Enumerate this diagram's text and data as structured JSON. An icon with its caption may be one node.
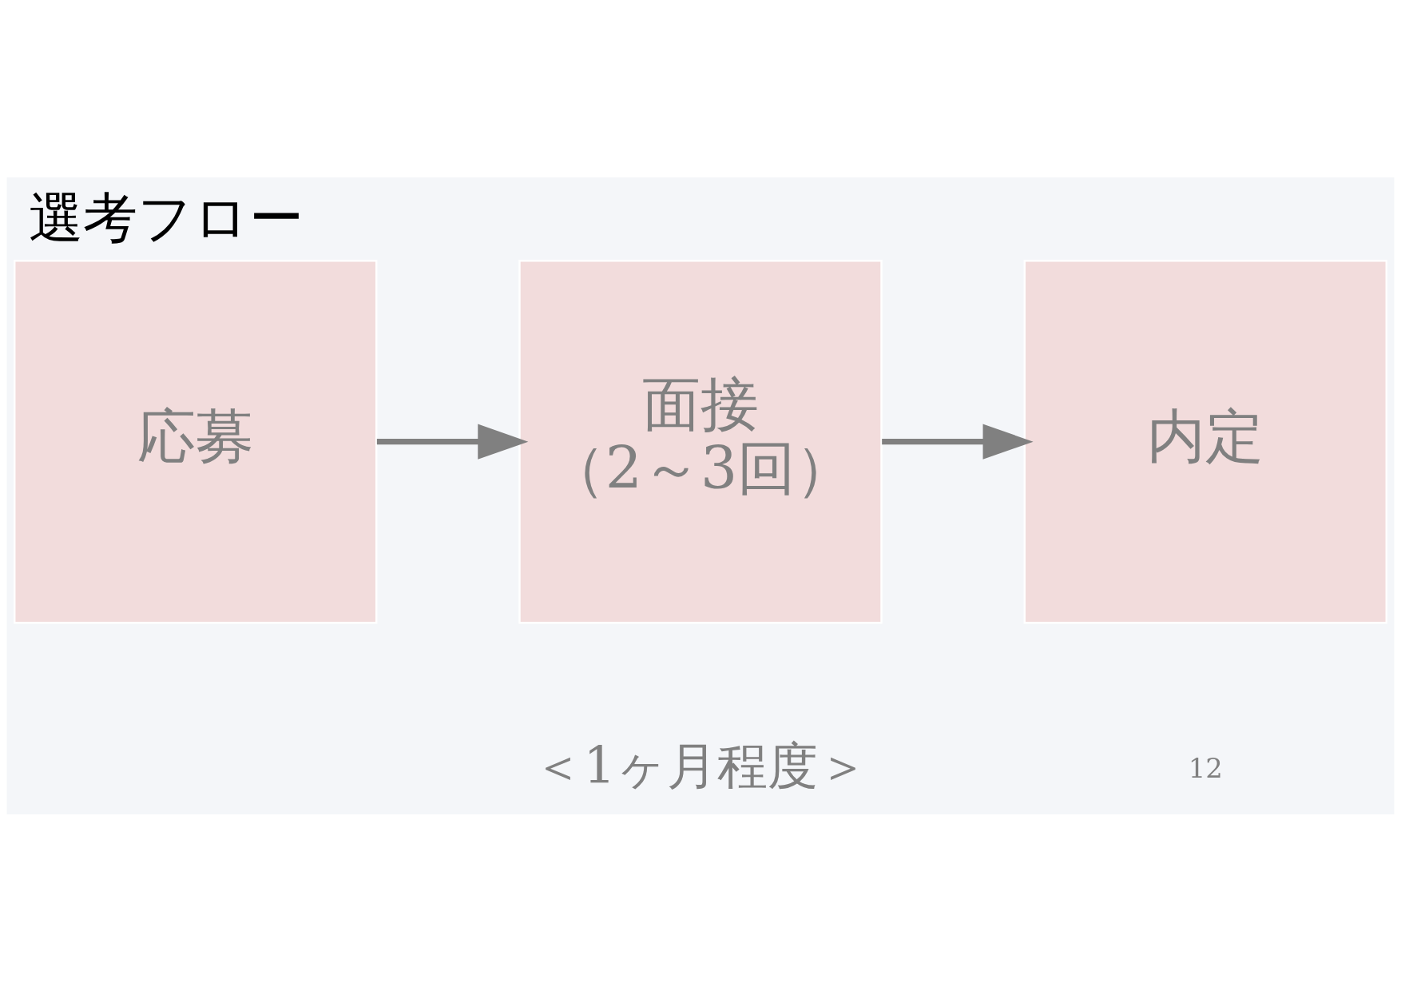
{
  "diagram": {
    "title": "選考フロー",
    "nodes": [
      {
        "text": [
          "応募"
        ]
      },
      {
        "text": [
          "面接",
          "（2～3回）"
        ]
      },
      {
        "text": [
          "内定"
        ]
      }
    ],
    "edges": [
      {
        "from": 0,
        "to": 1,
        "arrow": "to"
      },
      {
        "from": 1,
        "to": 2,
        "arrow": "to"
      }
    ],
    "labels": [
      "＜1ヶ月程度＞",
      "12"
    ]
  }
}
